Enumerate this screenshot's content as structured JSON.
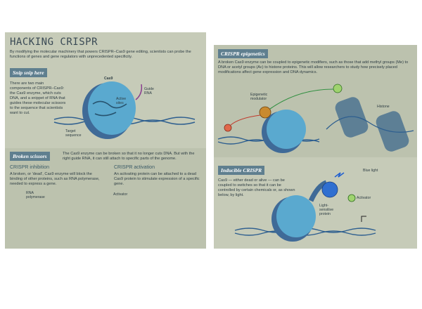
{
  "left": {
    "title": "HACKING CRISPR",
    "intro": "By modifying the molecular machinery that powers CRISPR–Cas9 gene editing, scientists can probe the functions of genes and gene regulators with unprecedented specificity.",
    "snip": {
      "header": "Snip snip here",
      "body": "There are two main components of CRISPR–Cas9: the Cas9 enzyme, which cuts DNA, and a snippet of RNA that guides these molecular scissors to the sequence that scientists want to cut.",
      "labels": {
        "cas9": "Cas9",
        "guide_rna": "Guide RNA",
        "active_site": "Active sites",
        "target": "Target sequence"
      }
    },
    "broken": {
      "header": "Broken scissors",
      "body": "The Cas9 enzyme can be broken so that it no longer cuts DNA. But with the right guide RNA, it can still attach to specific parts of the genome."
    },
    "inhibition": {
      "title": "CRISPR inhibition",
      "body": "A broken, or 'dead', Cas9 enzyme will block the binding of other proteins, such as RNA polymerase, needed to express a gene.",
      "labels": {
        "rna_pol": "RNA polymerase"
      }
    },
    "activation": {
      "title": "CRISPR activation",
      "body": "An activating protein can be attached to a dead Cas9 protein to stimulate expression of a specific gene.",
      "labels": {
        "activator": "Activator"
      }
    }
  },
  "right": {
    "epigenetics": {
      "header": "CRISPR epigenetics",
      "body": "A broken Cas9 enzyme can be coupled to epigenetic modifiers, such as those that add methyl groups (Me) to DNA or acetyl groups (Ac) to histone proteins. This will allow researchers to study how precisely placed modifications affect gene expression and DNA dynamics.",
      "labels": {
        "modulator": "Epigenetic modulator",
        "histone": "Histone"
      }
    },
    "inducible": {
      "header": "Inducible CRISPR",
      "body": "Cas9 — either dead or alive — can be coupled to switches so that it can be controlled by certain chemicals or, as shown below, by light.",
      "labels": {
        "blue_light": "Blue light",
        "light_protein": "Light-sensitive protein",
        "activator": "Activator"
      }
    }
  },
  "colors": {
    "panel": "#c6cbb8",
    "header": "#5f7f8f",
    "cas9": "#5aa9cf",
    "dna": "#2d5e8f",
    "guide": "#8a3f8f"
  }
}
